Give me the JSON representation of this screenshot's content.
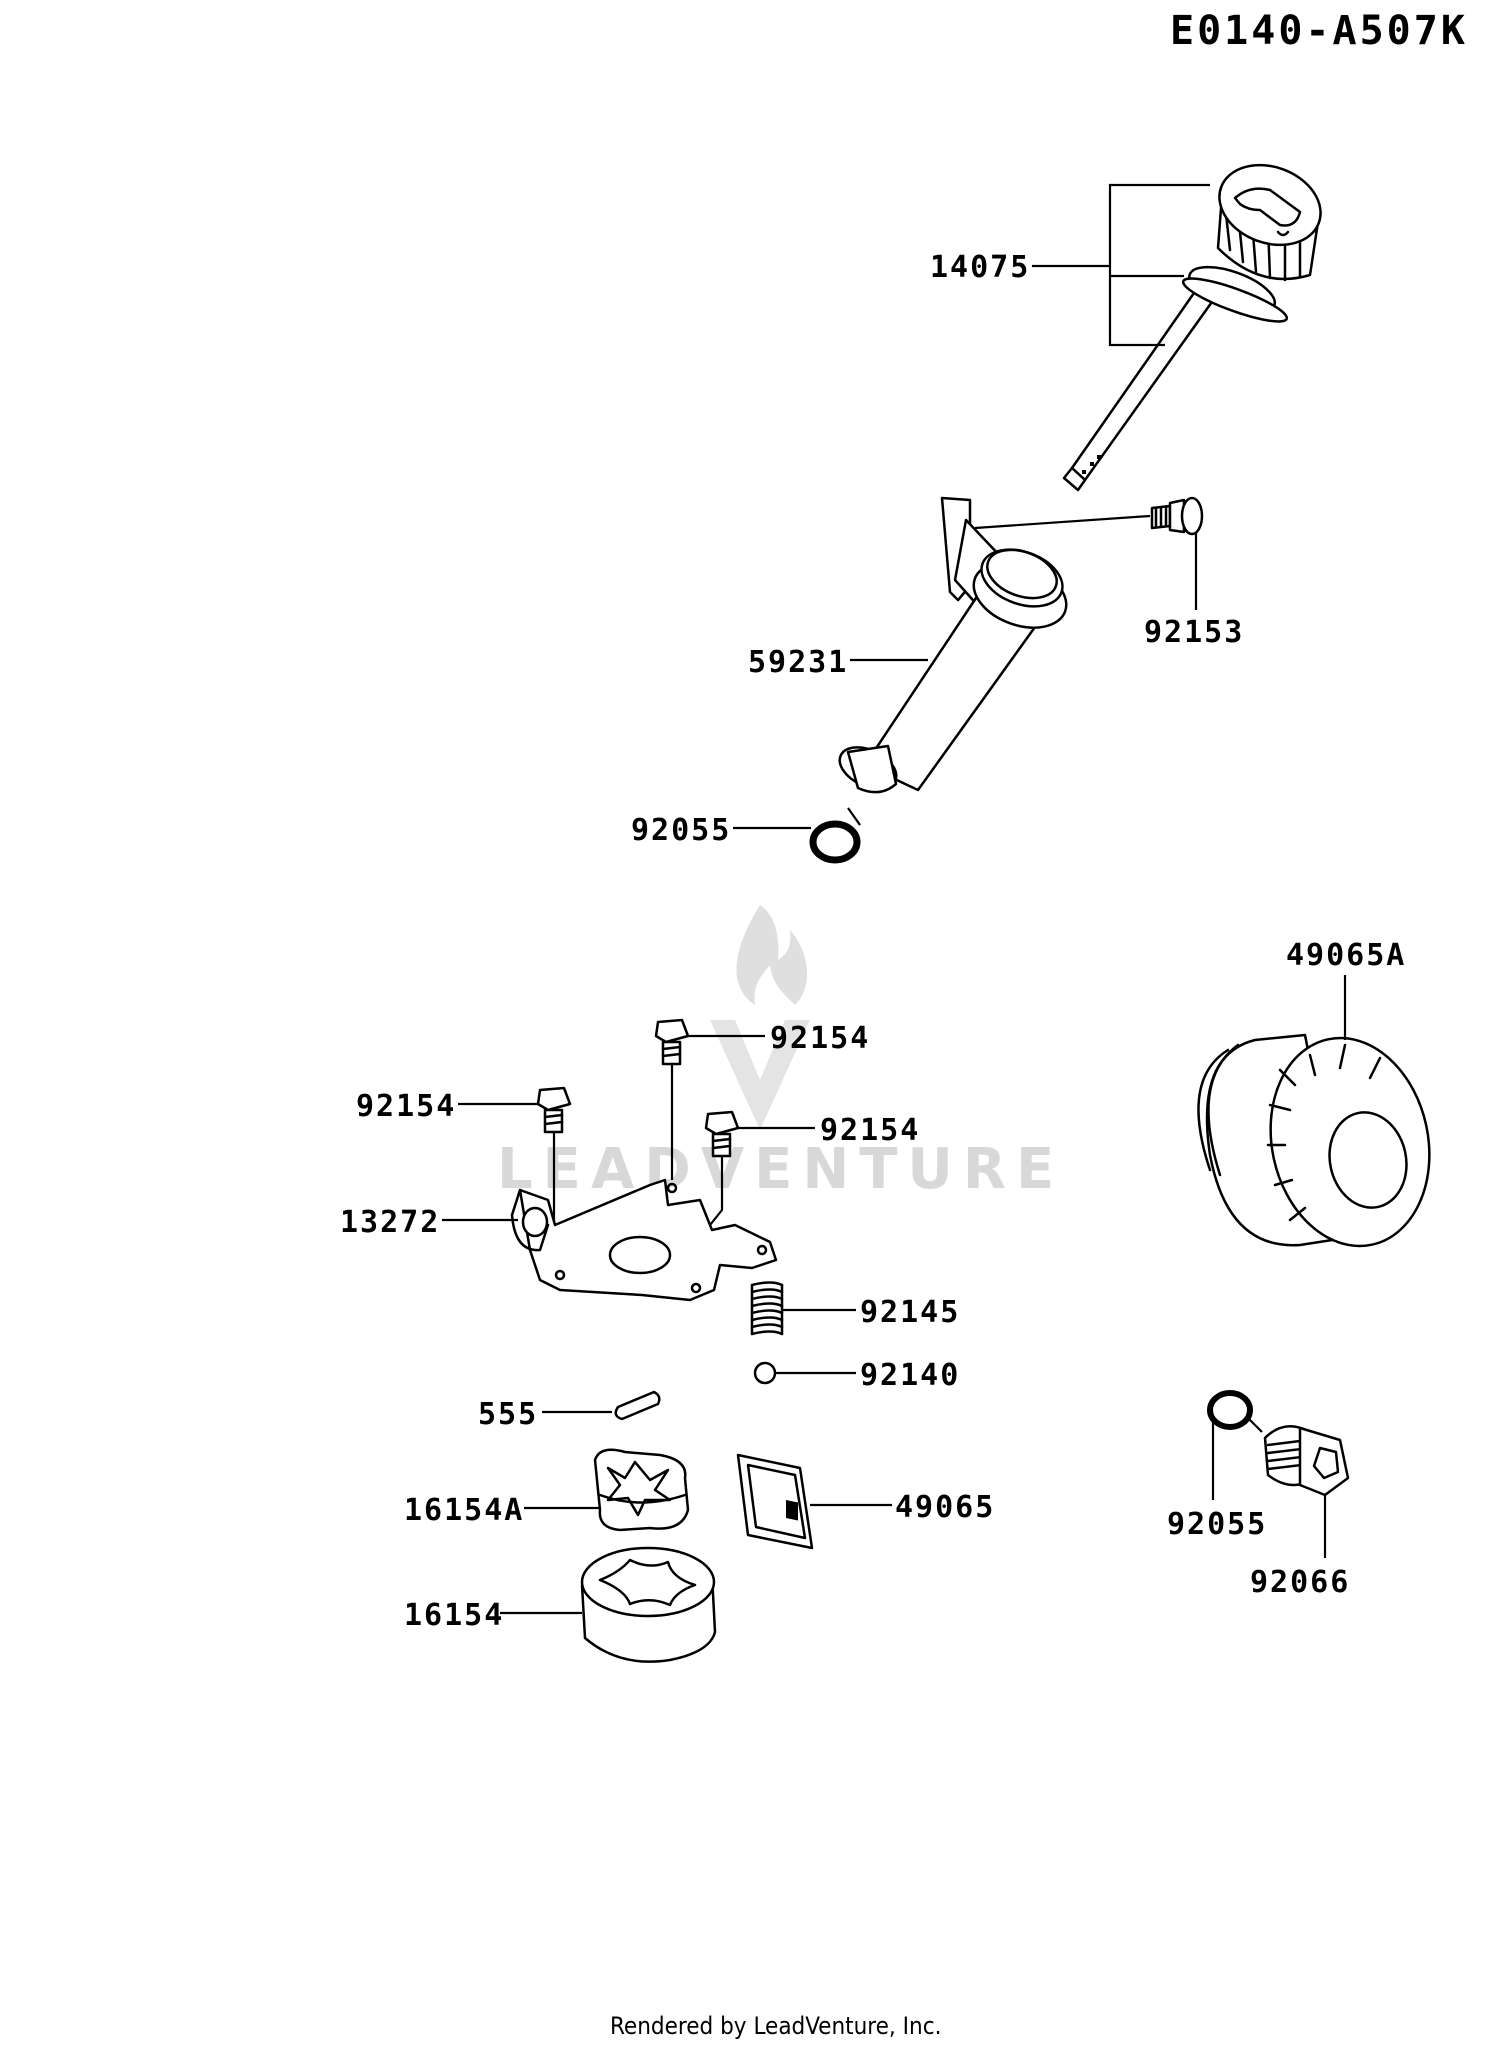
{
  "diagram_code": "E0140-A507K",
  "footer": "Rendered by LeadVenture, Inc.",
  "watermark": "LEADVENTURE",
  "parts": {
    "p14075": "14075",
    "p92153": "92153",
    "p59231": "59231",
    "p92055_top": "92055",
    "p49065A": "49065A",
    "p92154_a": "92154",
    "p92154_b": "92154",
    "p92154_c": "92154",
    "p13272": "13272",
    "p92145": "92145",
    "p92140": "92140",
    "p555": "555",
    "p16154A": "16154A",
    "p49065": "49065",
    "p16154": "16154",
    "p92055_bottom": "92055",
    "p92066": "92066"
  }
}
